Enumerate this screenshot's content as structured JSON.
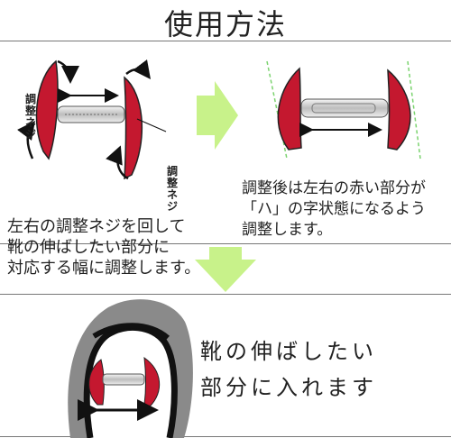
{
  "title": "使用方法",
  "left_label": "調整ネジ",
  "right_label": "調整ネジ",
  "step1_lines": [
    "左右の調整ネジを回して",
    "靴の伸ばしたい部分に",
    "対応する幅に調整します。"
  ],
  "step2_lines": [
    "調整後は左右の赤い部分が",
    "「ハ」の字状態になるよう",
    "調整します。"
  ],
  "step3_lines": [
    "靴の伸ばしたい",
    "部分に入れます"
  ],
  "colors": {
    "pad_red": "#c4182f",
    "arrow_green": "#c8f28a",
    "shoe_gray": "#8a8a8a",
    "divider": "#777777"
  }
}
